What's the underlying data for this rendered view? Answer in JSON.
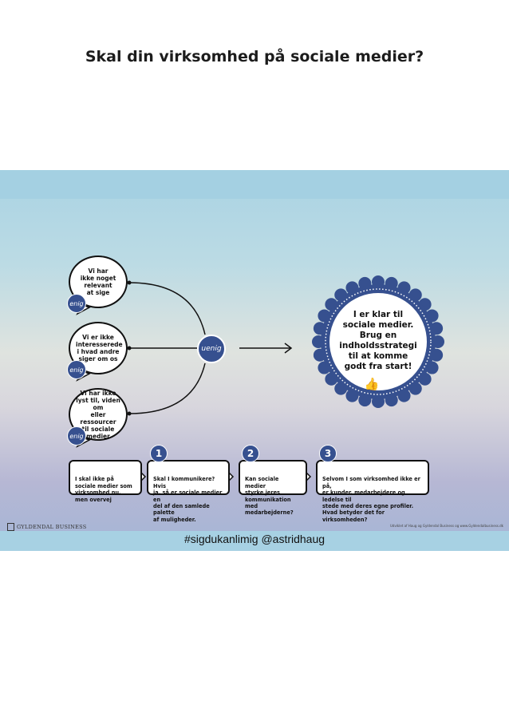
{
  "title": "Skal din virksomhed på sociale medier?",
  "bubbles": [
    {
      "text": "Vi har\nikke noget\nrelevant\nat sige",
      "tag": "enig"
    },
    {
      "text": "Vi er ikke\ninteresserede\ni hvad andre\nsiger om os",
      "tag": "enig"
    },
    {
      "text": "Vi har ikke\nlyst til, viden om\neller ressourcer\ntil sociale\nmedier",
      "tag": "enig"
    }
  ],
  "center_node": "uenig",
  "badge": {
    "text": "I er klar til\nsociale medier.\nBrug en\nindholdsstrategi\ntil at komme\ngodt fra start!",
    "icon": "thumbs-up-icon"
  },
  "boxes": [
    {
      "number": "",
      "text": "I skal ikke på\nsociale medier som\nvirksomhed nu,\nmen overvej"
    },
    {
      "number": "1",
      "text": "Skal I kommunikere? Hvis\nja, så er sociale medier en\ndel af den samlede palette\naf muligheder."
    },
    {
      "number": "2",
      "text": "Kan sociale medier\nstyrke jeres\nkommunikation med\nmedarbejderne?"
    },
    {
      "number": "3",
      "text": "Selvom I som virksomhed ikke er på,\ner kunder, medarbejdere og ledelse til\nstede med deres egne profiler.\nHvad betyder det for virksomheden?"
    }
  ],
  "footer": {
    "logo": "GYLDENDAL BUSINESS",
    "credit": "Udviklet af Haug og Gyldendal Business og www.Gyldendalbusiness.dk"
  },
  "caption": "#sigdukanlimig @astridhaug",
  "colors": {
    "accent": "#36508f",
    "ink": "#111111"
  }
}
